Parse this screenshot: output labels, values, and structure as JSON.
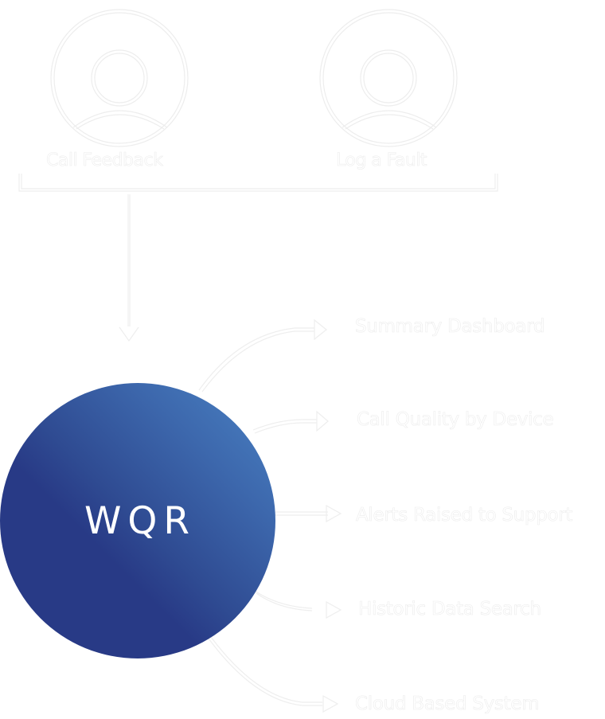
{
  "diagram": {
    "hub": {
      "label": "WQR",
      "gradient_from": "#283a86",
      "gradient_to": "#4a83c4"
    },
    "inputs": [
      {
        "label": "Call Feedback",
        "icon": "user-icon"
      },
      {
        "label": "Log a Fault",
        "icon": "user-icon"
      }
    ],
    "outputs": [
      {
        "label": "Summary Dashboard"
      },
      {
        "label": "Call Quality by Device"
      },
      {
        "label": "Alerts Raised to Support"
      },
      {
        "label": "Historic Data Search"
      },
      {
        "label": "Cloud Based System"
      }
    ],
    "colors": {
      "background": "#ffffff",
      "line": "#efefef",
      "hub_text": "#ffffff"
    }
  }
}
